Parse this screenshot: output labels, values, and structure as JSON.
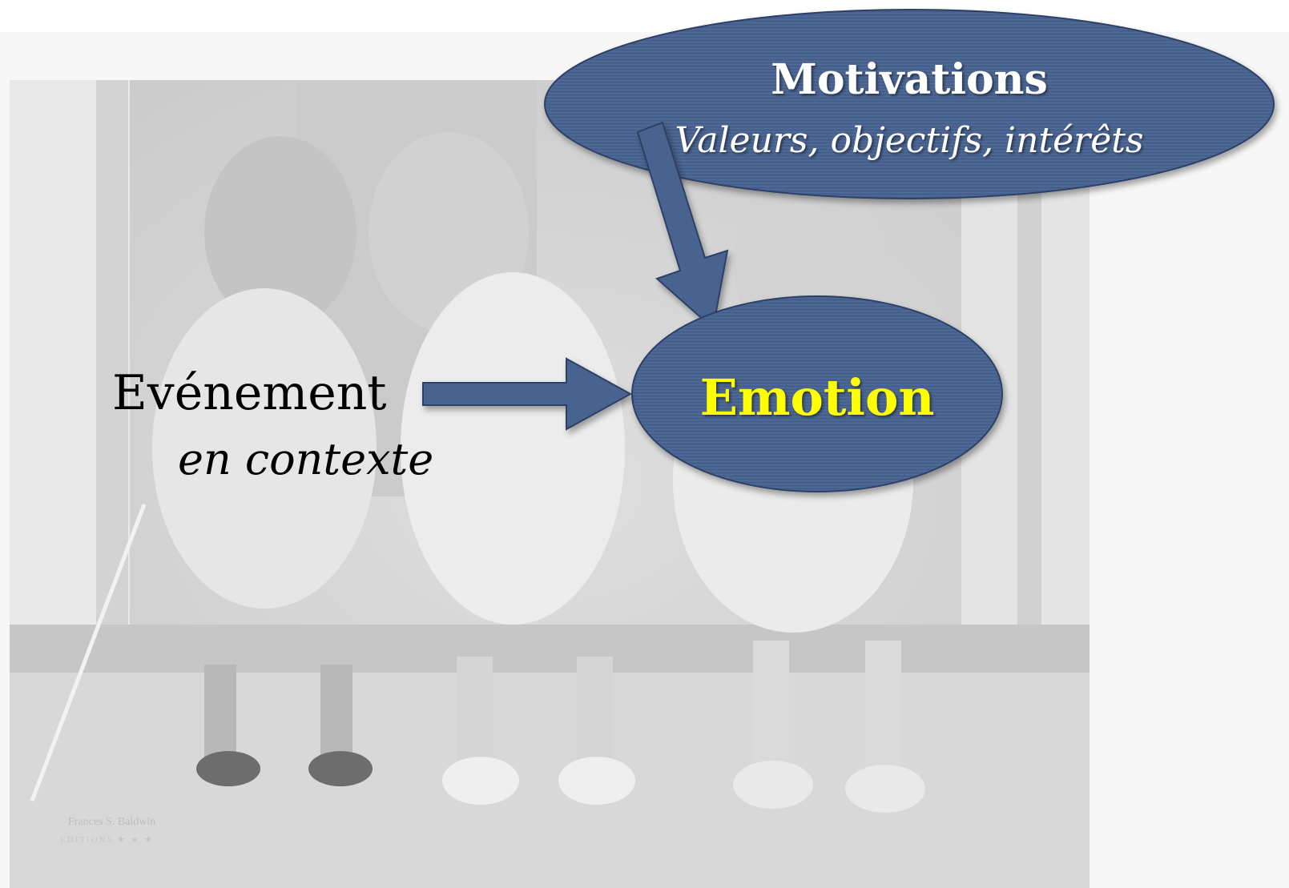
{
  "diagram": {
    "motivations": {
      "title": "Motivations",
      "subtitle": "Valeurs, objectifs, intérêts"
    },
    "emotion": {
      "label": "Emotion"
    },
    "event": {
      "title": "Evénement",
      "subtitle": "en contexte"
    }
  },
  "photo": {
    "caption_line1": "Frances S. Baldwin",
    "caption_line2": "EDITIONS ★ ★ ★"
  },
  "colors": {
    "node_fill": "#4a6490",
    "node_stroke": "#2d4166",
    "arrow_fill": "#4a6490",
    "emotion_text": "#ffff00",
    "motivation_text": "#ffffff",
    "event_text": "#000000"
  }
}
